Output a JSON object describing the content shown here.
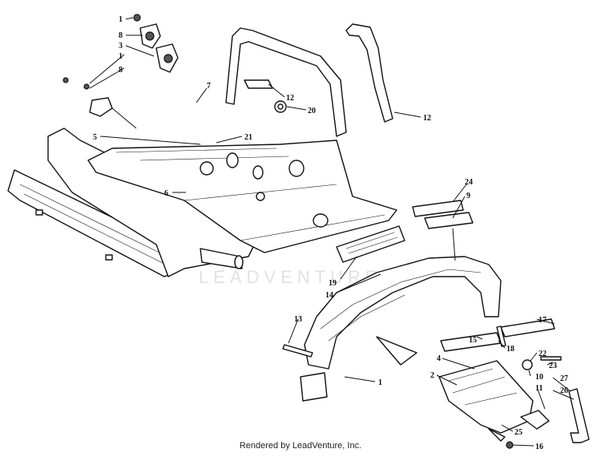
{
  "watermark": "LEADVENTURE",
  "footer": "Rendered by LeadVenture, Inc.",
  "callouts": [
    "1",
    "8",
    "3",
    "1",
    "8",
    "7",
    "5",
    "12",
    "20",
    "21",
    "12",
    "6",
    "24",
    "9",
    "19",
    "14",
    "13",
    "17",
    "15",
    "18",
    "4",
    "22",
    "23",
    "2",
    "10",
    "27",
    "11",
    "26",
    "25",
    "16",
    "1"
  ]
}
